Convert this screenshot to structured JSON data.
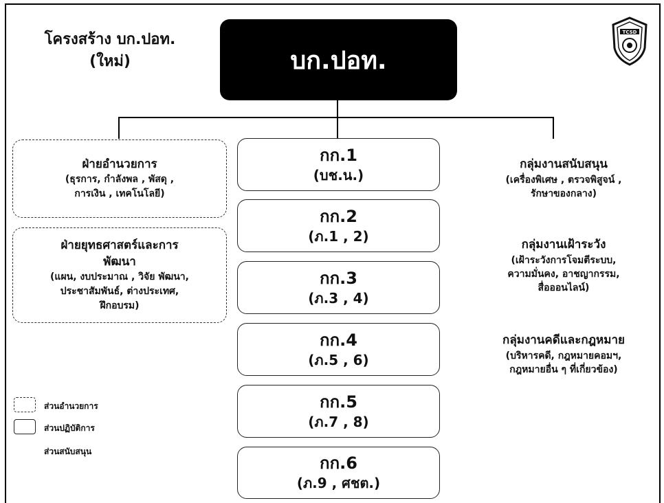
{
  "title": {
    "line1": "โครงสร้าง บก.ปอท.",
    "line2": "(ใหม่)"
  },
  "top_unit": "บก.ปอท.",
  "logo": {
    "text": "TCSD"
  },
  "admin_units": [
    {
      "title": "ฝ่ายอำนวยการ",
      "sub1": "(ธุรการ, กำลังพล , พัสดุ ,",
      "sub2": "การเงิน , เทคโนโลยี)"
    },
    {
      "title1": "ฝ่ายยุทธศาสตร์และการ",
      "title2": "พัฒนา",
      "sub1": "(แผน, งบประมาณ , วิจัย พัฒนา,",
      "sub2": "ประชาสัมพันธ์, ต่างประเทศ,",
      "sub3": "ฝึกอบรม)"
    }
  ],
  "operational_units": [
    {
      "name": "กก.1",
      "sub": "(บช.น.)"
    },
    {
      "name": "กก.2",
      "sub": "(ภ.1 , 2)"
    },
    {
      "name": "กก.3",
      "sub": "(ภ.3 , 4)"
    },
    {
      "name": "กก.4",
      "sub": "(ภ.5 , 6)"
    },
    {
      "name": "กก.5",
      "sub": "(ภ.7 , 8)"
    },
    {
      "name": "กก.6",
      "sub": "(ภ.9 , ศชต.)"
    }
  ],
  "support_units": [
    {
      "title": "กลุ่มงานสนับสนุน",
      "sub1": "(เครื่องพิเศษ , ตรวจพิสูจน์ ,",
      "sub2": "รักษาของกลาง)"
    },
    {
      "title": "กลุ่มงานเฝ้าระวัง",
      "sub1": "(เฝ้าระวังการโจมตีระบบ,",
      "sub2": "ความมั่นคง, อาชญากรรม,",
      "sub3": "สื่อออนไลน์)"
    },
    {
      "title": "กลุ่มงานคดีและกฎหมาย",
      "sub1": "(บริหารคดี, กฎหมายคอมฯ,",
      "sub2": "กฎหมายอื่น ๆ ที่เกี่ยวข้อง)"
    }
  ],
  "legend": {
    "admin": "ส่วนอำนวยการ",
    "operations": "ส่วนปฏิบัติการ",
    "support": "ส่วนสนับสนุน"
  }
}
